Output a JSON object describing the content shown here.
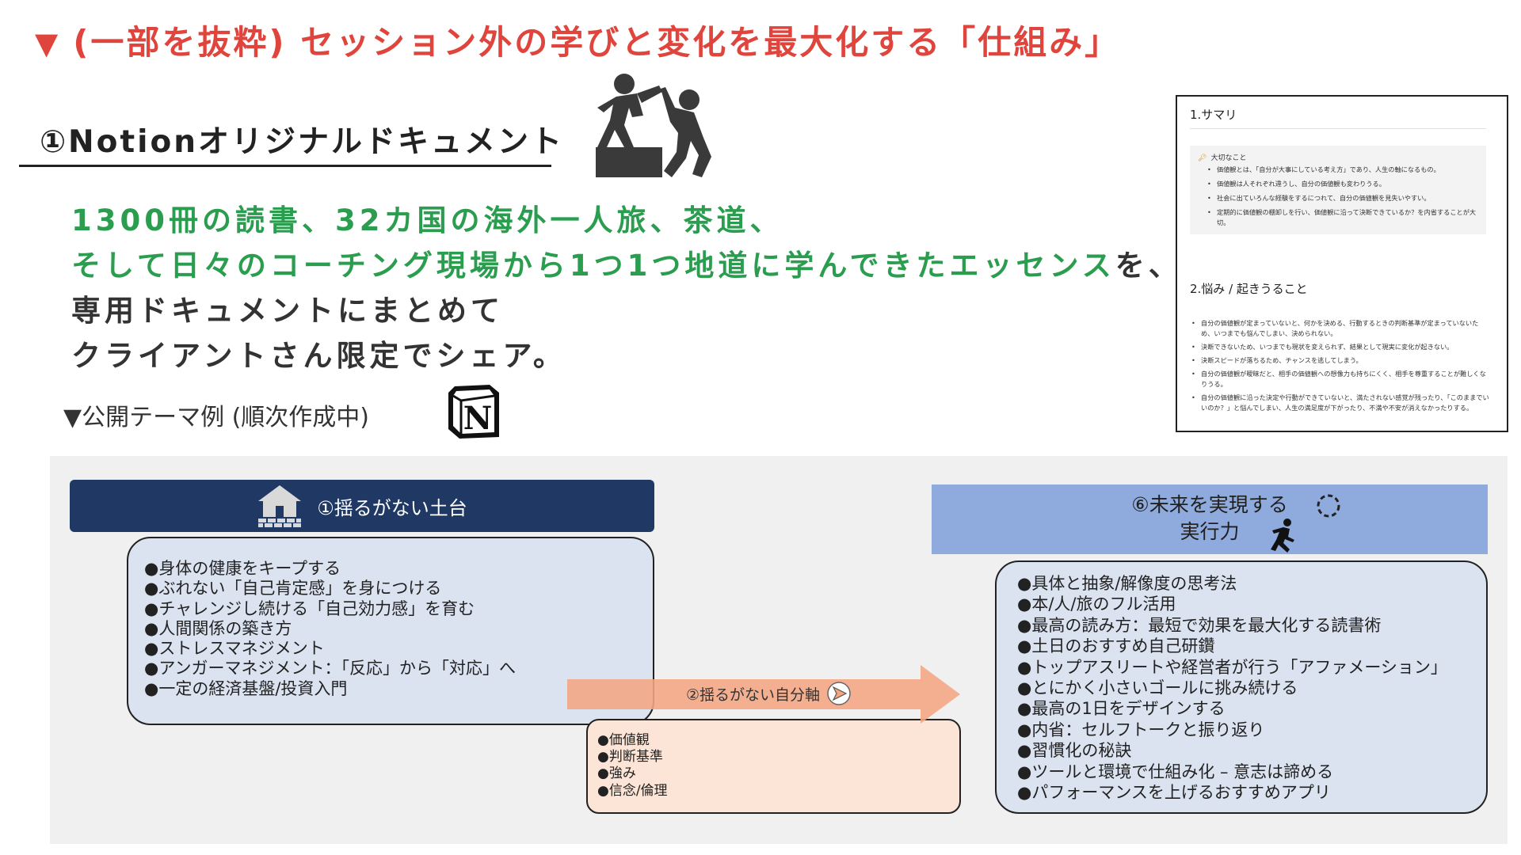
{
  "title": {
    "arrow": "▼",
    "text": "(一部を抜粋) セッション外の学びと変化を最大化する「仕組み」"
  },
  "doc_heading": "①Notionオリジナルドキュメント",
  "lead": {
    "line1": "1300冊の読書、32カ国の海外一人旅、茶道、",
    "line2_green": "そして日々のコーチング現場から1つ1つ地道に学んできたエッセンス",
    "line2_tail": "を、",
    "line3": "専用ドキュメントにまとめて",
    "line4": "クライアントさん限定でシェア。"
  },
  "theme_label": "▼公開テーマ例 (順次作成中)",
  "notion_logo_letter": "N",
  "preview": {
    "h1": "1.サマリ",
    "callout_title": "大切なこと",
    "callout_items": [
      "価値観とは、「自分が大事にしている考え方」であり、人生の軸になるもの。",
      "価値観は人それぞれ違うし、自分の価値観も変わりうる。",
      "社会に出ていろんな経験をするにつれて、自分の価値観を見失いやすい。",
      "定期的に価値観の棚卸しを行い、価値観に沿って決断できているか？を内省することが大切。"
    ],
    "h2": "2.悩み / 起きうること",
    "items": [
      "自分の価値観が定まっていないと、何かを決める、行動するときの判断基準が定まっていないため、いつまでも悩んでしまい、決められない。",
      "決断できないため、いつまでも現状を変えられず、結果として現実に変化が起きない。",
      "決断スピードが落ちるため、チャンスを逃してしまう。",
      "自分の価値観が曖昧だと、相手の価値観への想像力も持ちにくく、相手を尊重することが難しくなりうる。",
      "自分の価値観に沿った決定や行動ができていないと、満たされない感覚が残ったり、「このままでいいのか？」と悩んでしまい、人生の満足度が下がったり、不満や不安が消えなかったりする。"
    ]
  },
  "box1": {
    "title": "①揺るがない土台",
    "items": [
      "●身体の健康をキープする",
      "●ぶれない「自己肯定感」を身につける",
      "●チャレンジし続ける「自己効力感」を育む",
      "●人間関係の築き方",
      "●ストレスマネジメント",
      "●アンガーマネジメント：「反応」から「対応」へ",
      "●一定の経済基盤/投資入門"
    ]
  },
  "box2": {
    "title": "②揺るがない自分軸",
    "items": [
      "●価値観",
      "●判断基準",
      "●強み",
      "●信念/倫理"
    ]
  },
  "box6": {
    "title_line1": "⑥未来を実現する",
    "title_line2": "実行力",
    "items": [
      "●具体と抽象/解像度の思考法",
      "●本/人/旅のフル活用",
      "●最高の読み方：最短で効果を最大化する読書術",
      "●土日のおすすめ自己研鑽",
      "●トップアスリートや経営者が行う「アファメーション」",
      "●とにかく小さいゴールに挑み続ける",
      "●最高の1日をデザインする",
      "●内省：セルフトークと振り返り",
      "●習慣化の秘訣",
      "●ツールと環境で仕組み化 – 意志は諦める",
      "●パフォーマンスを上げるおすすめアプリ"
    ]
  },
  "colors": {
    "title_red": "#e0453d",
    "lead_green": "#2a9d4f",
    "navy": "#1f3864",
    "light_blue": "#dbe3f1",
    "mid_blue": "#8faadc",
    "arrow_orange": "#f4a582",
    "peach": "#fce4d6",
    "panel_gray": "#f0f0f0"
  },
  "icons": [
    "handshake-climb-icon",
    "notion-logo-icon",
    "house-icon",
    "arrow-circle-icon",
    "spinner-icon",
    "runner-icon",
    "key-icon"
  ]
}
